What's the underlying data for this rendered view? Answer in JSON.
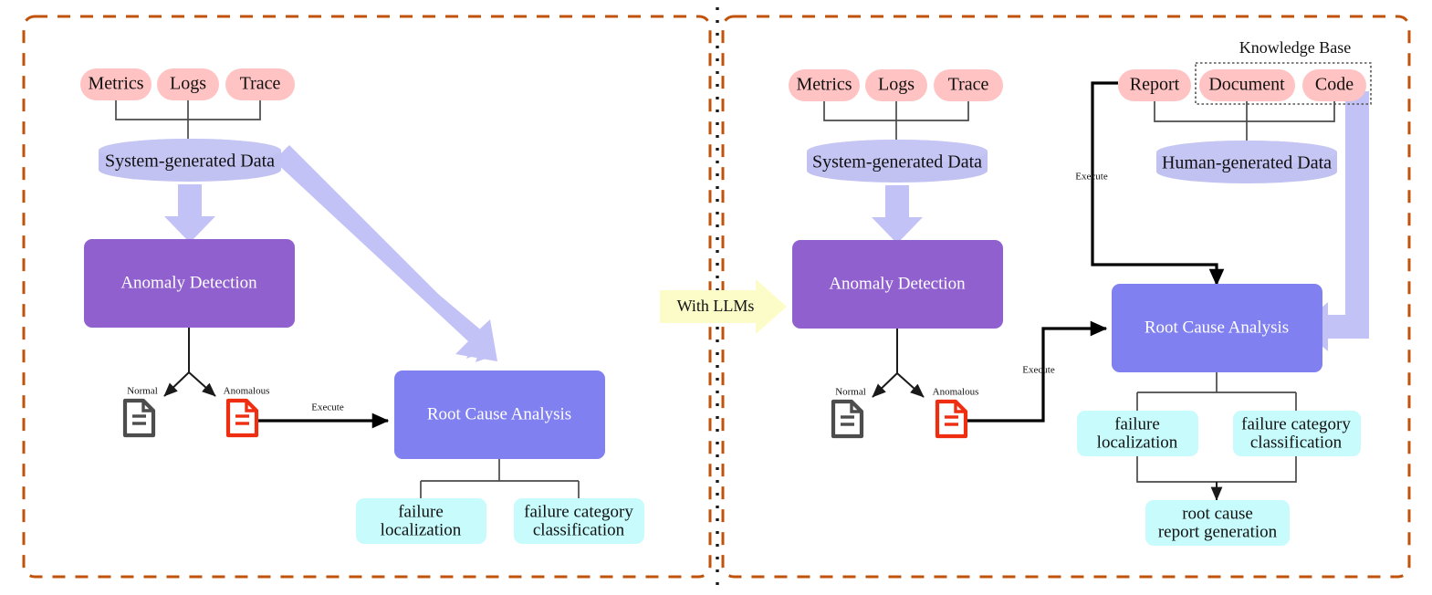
{
  "figure": {
    "type": "diagram",
    "description": "Two-panel comparison diagram of traditional AIOps pipeline versus LLM-enhanced pipeline for anomaly detection and root cause analysis",
    "transition_label": "With LLMs"
  },
  "colors": {
    "panel_border": "#C0520A",
    "divider": "#1a1a1a",
    "pink_pill": "#FFC3C3",
    "cylinder": "#C1C1F2",
    "anomaly_purple": "#9160CF",
    "rca_blue": "#8080F0",
    "cyan_box": "#C8FCFC",
    "thick_arrow": "#C2C2F7",
    "llm_banner": "#FCFCC8",
    "doc_normal": "#4D4D4D",
    "doc_anomalous": "#EE2D11",
    "edge": "#1a1a1a"
  },
  "left_panel": {
    "name": "traditional-pipeline",
    "sources": [
      {
        "id": "metrics",
        "label": "Metrics"
      },
      {
        "id": "logs",
        "label": "Logs"
      },
      {
        "id": "trace",
        "label": "Trace"
      }
    ],
    "system_data": {
      "id": "system-generated-data",
      "label": "System-generated Data"
    },
    "anomaly_detection": {
      "id": "anomaly-detection",
      "label": "Anomaly Detection"
    },
    "branches": [
      {
        "id": "normal",
        "label": "Normal",
        "icon": "document-icon",
        "state": "normal"
      },
      {
        "id": "anomalous",
        "label": "Anomalous",
        "icon": "document-icon",
        "state": "anomalous"
      }
    ],
    "execute_label": "Execute",
    "root_cause_analysis": {
      "id": "root-cause-analysis",
      "label": "Root Cause Analysis"
    },
    "outputs": [
      {
        "id": "failure-localization",
        "label": "failure\nlocalization",
        "line1": "failure",
        "line2": "localization"
      },
      {
        "id": "failure-category-classification",
        "label": "failure category\nclassification",
        "line1": "failure category",
        "line2": "classification"
      }
    ]
  },
  "right_panel": {
    "name": "llm-enhanced-pipeline",
    "sources": [
      {
        "id": "metrics",
        "label": "Metrics"
      },
      {
        "id": "logs",
        "label": "Logs"
      },
      {
        "id": "trace",
        "label": "Trace"
      }
    ],
    "system_data": {
      "id": "system-generated-data",
      "label": "System-generated Data"
    },
    "anomaly_detection": {
      "id": "anomaly-detection",
      "label": "Anomaly Detection"
    },
    "branches": [
      {
        "id": "normal",
        "label": "Normal",
        "icon": "document-icon",
        "state": "normal"
      },
      {
        "id": "anomalous",
        "label": "Anomalous",
        "icon": "document-icon",
        "state": "anomalous"
      }
    ],
    "execute_label_lower": "Execute",
    "execute_label_upper": "Execute",
    "knowledge_base": {
      "title": "Knowledge Base",
      "members": [
        {
          "id": "report",
          "label": "Report",
          "inside_box": false
        },
        {
          "id": "document",
          "label": "Document",
          "inside_box": true
        },
        {
          "id": "code",
          "label": "Code",
          "inside_box": true
        }
      ]
    },
    "human_data": {
      "id": "human-generated-data",
      "label": "Human-generated Data"
    },
    "root_cause_analysis": {
      "id": "root-cause-analysis",
      "label": "Root Cause Analysis"
    },
    "outputs": [
      {
        "id": "failure-localization",
        "line1": "failure",
        "line2": "localization"
      },
      {
        "id": "failure-category-classification",
        "line1": "failure category",
        "line2": "classification"
      }
    ],
    "final_output": {
      "id": "root-cause-report-generation",
      "line1": "root cause",
      "line2": "report generation"
    }
  }
}
